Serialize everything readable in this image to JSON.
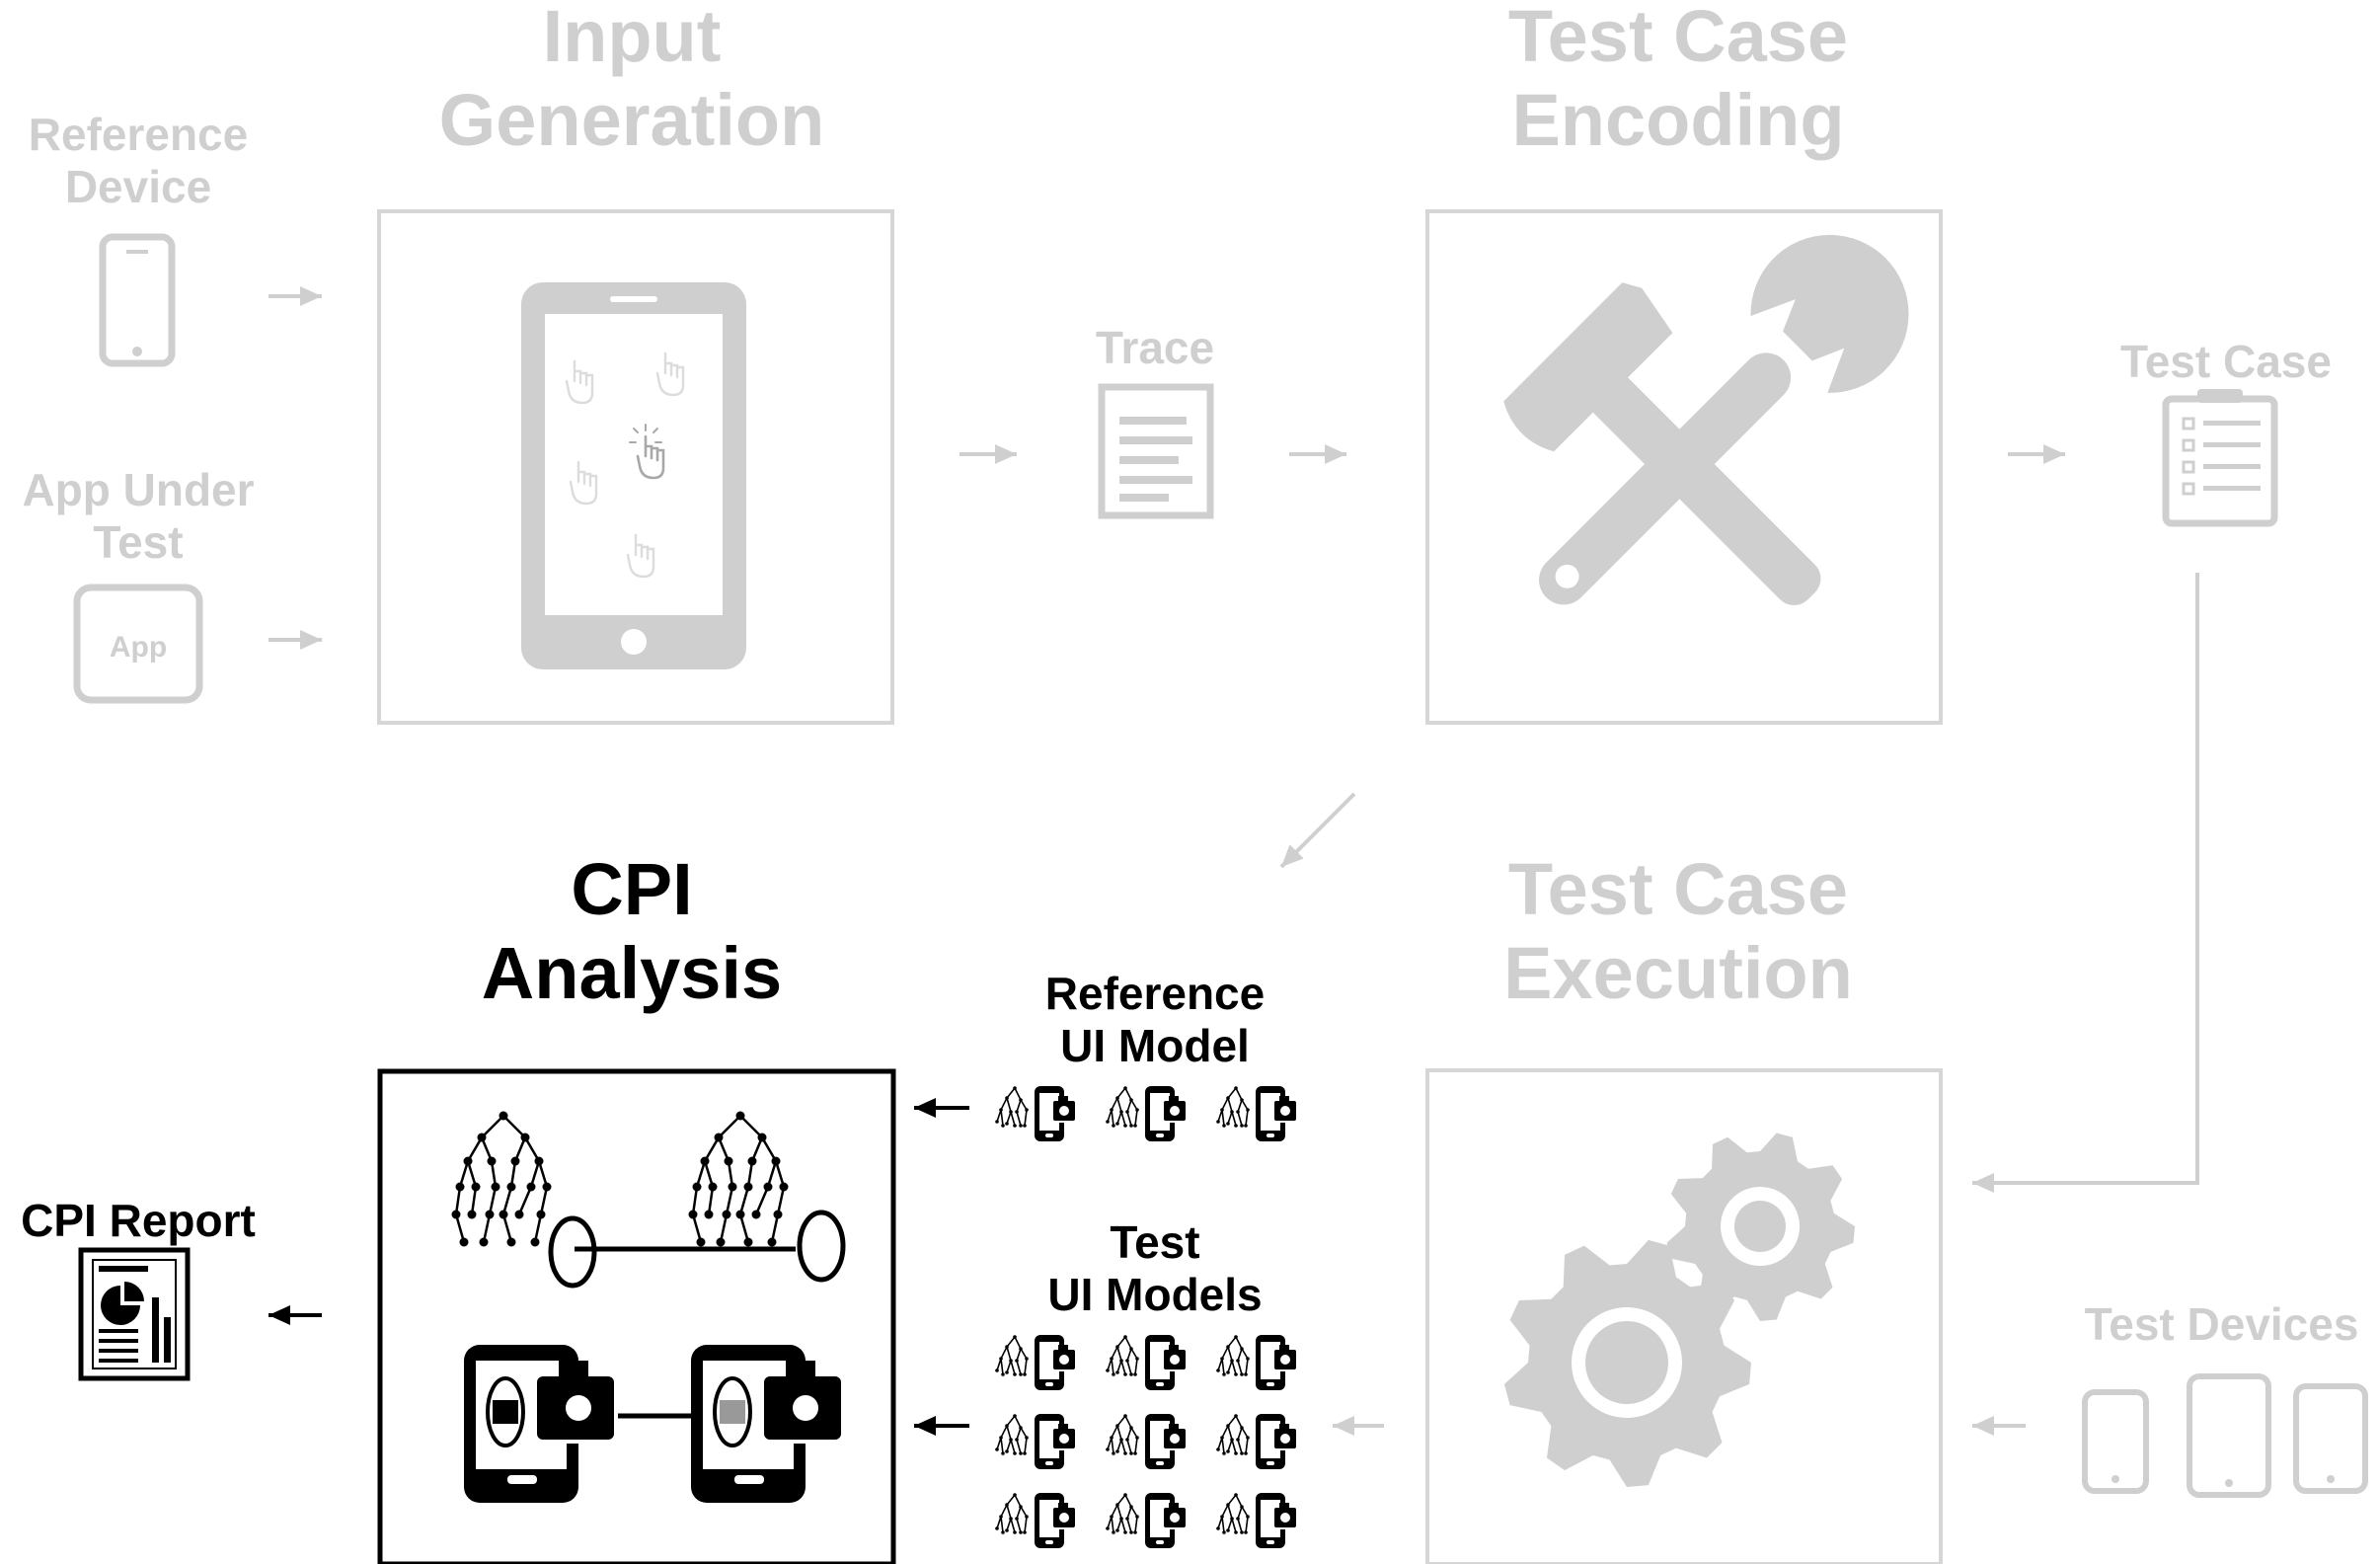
{
  "colors": {
    "faded": "#cfcfcf",
    "active": "#000000",
    "background": "#ffffff"
  },
  "labels": {
    "input_generation": [
      "Input",
      "Generation"
    ],
    "test_case_encoding": [
      "Test Case",
      "Encoding"
    ],
    "test_case_execution": [
      "Test Case",
      "Execution"
    ],
    "cpi_analysis": [
      "CPI",
      "Analysis"
    ],
    "reference_device": [
      "Reference",
      "Device"
    ],
    "app_under_test": [
      "App Under",
      "Test"
    ],
    "app_icon_text": "App",
    "trace": "Trace",
    "test_case": "Test Case",
    "test_devices": "Test Devices",
    "reference_ui_model": [
      "Reference",
      "UI Model"
    ],
    "test_ui_models": [
      "Test",
      "UI Models"
    ],
    "cpi_report": "CPI Report"
  },
  "icons": {
    "reference_device": "smartphone-icon",
    "app_under_test": "app-icon",
    "input_generation": "phone-with-taps-icon",
    "trace": "document-icon",
    "test_case_encoding": "hammer-wrench-icon",
    "test_case": "checklist-icon",
    "test_case_execution": "gears-icon",
    "test_devices": "devices-icon",
    "cpi_analysis": "tree-and-screenshot-matching-icon",
    "ui_model": "tree-phone-camera-icon",
    "cpi_report": "report-chart-icon"
  },
  "ui_model_counts": {
    "reference": 3,
    "test": 9
  }
}
